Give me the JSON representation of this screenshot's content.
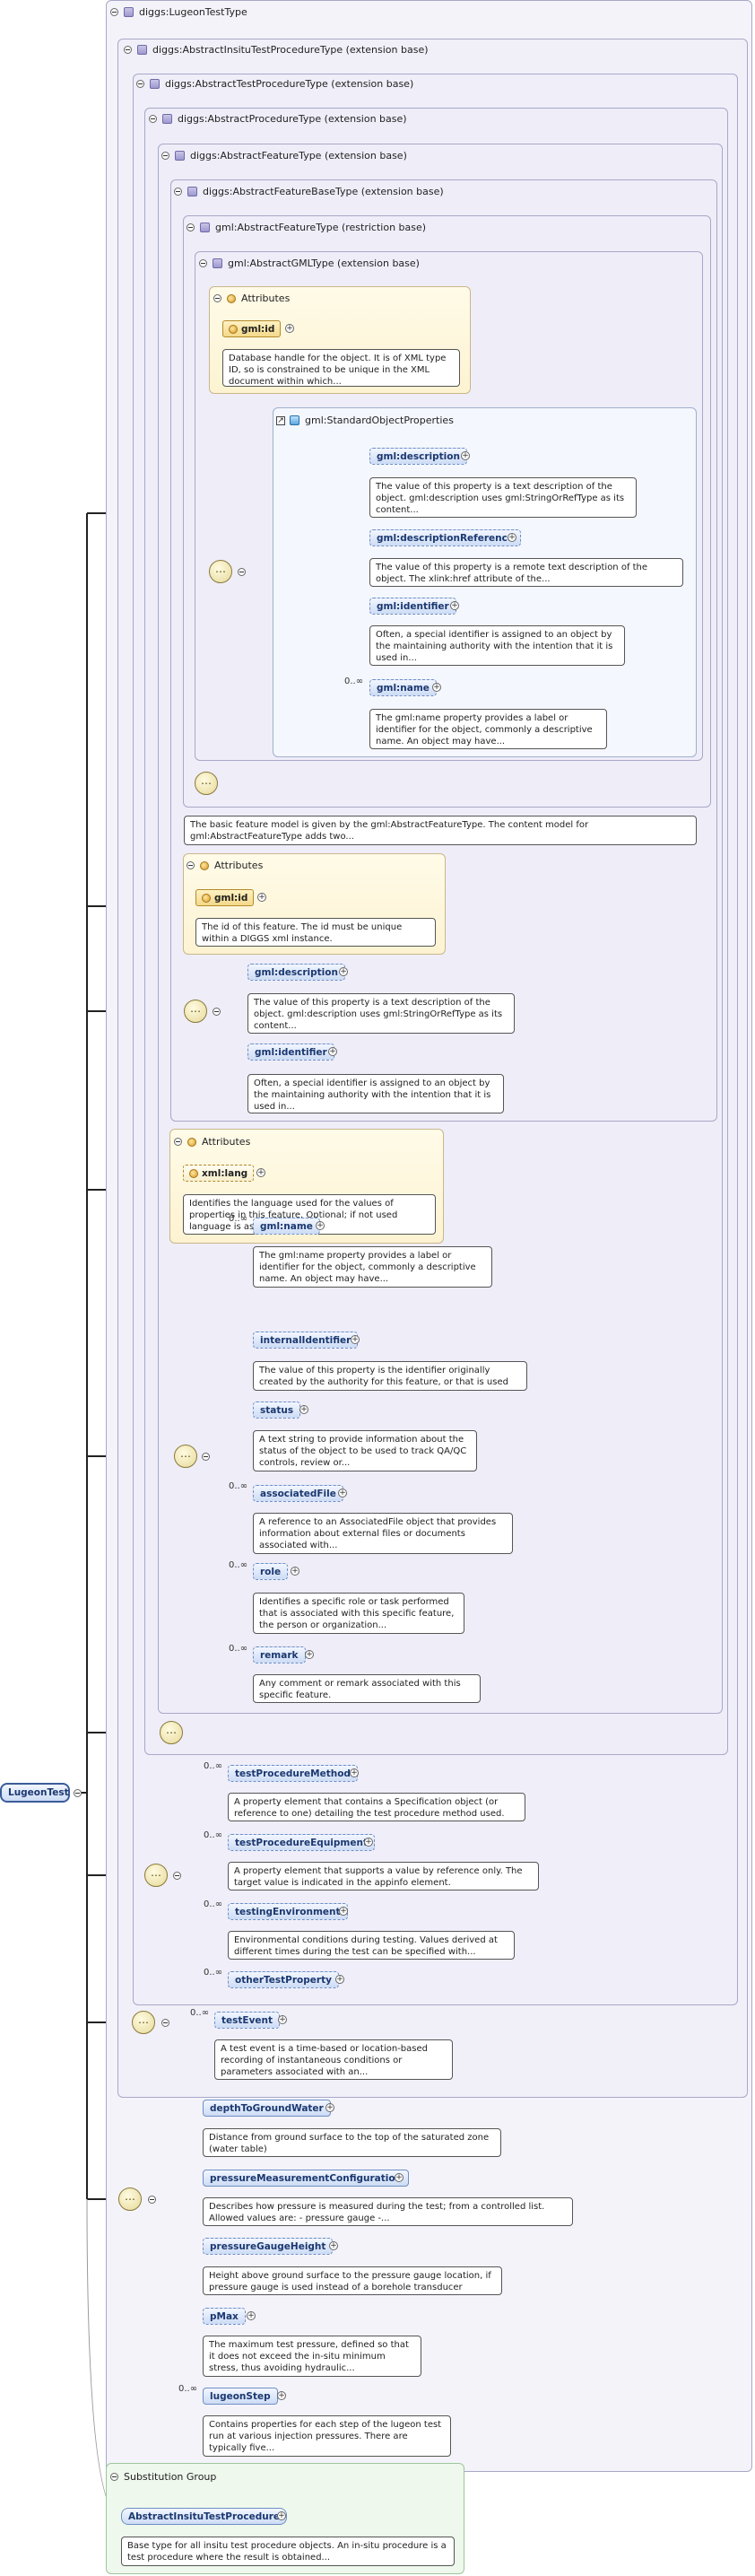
{
  "root": {
    "label": "LugeonTest"
  },
  "types": {
    "lugeon_test_type": "diggs:LugeonTestType",
    "insitu_test_procedure": "diggs:AbstractInsituTestProcedureType (extension base)",
    "test_procedure": "diggs:AbstractTestProcedureType (extension base)",
    "procedure": "diggs:AbstractProcedureType (extension base)",
    "feature": "diggs:AbstractFeatureType (extension base)",
    "feature_base": "diggs:AbstractFeatureBaseType (extension base)",
    "gml_feature": "gml:AbstractFeatureType (restriction base)",
    "gml_gml": "gml:AbstractGMLType (extension base)"
  },
  "labels": {
    "attributes": "Attributes",
    "std_object_props": "gml:StandardObjectProperties",
    "substitution_group": "Substitution Group",
    "zero_inf": "0..∞"
  },
  "gml_attrs": {
    "id": "gml:id",
    "id_doc": "Database handle for the object. It is of XML type ID, so is constrained to be unique in the XML document within which..."
  },
  "std_props": [
    {
      "name": "gml:description",
      "doc": "The value of this property is a text description of the object. gml:description uses gml:StringOrRefType as its content..."
    },
    {
      "name": "gml:descriptionReference",
      "doc": "The value of this property is a remote text description of the object. The xlink:href attribute of the..."
    },
    {
      "name": "gml:identifier",
      "doc": "Often, a special identifier is assigned to an object by the maintaining authority with the intention that it is used in..."
    },
    {
      "name": "gml:name",
      "doc": "The gml:name property provides a label or identifier for the object, commonly a descriptive name. An object may have..."
    }
  ],
  "feature_doc": "The basic feature model is given by the gml:AbstractFeatureType. The content model for gml:AbstractFeatureType adds two...",
  "base_attrs": {
    "id": "gml:id",
    "id_doc": "The id of this feature. The id must be unique within a DIGGS xml instance."
  },
  "base_props": [
    {
      "name": "gml:description",
      "doc": "The value of this property is a text description of the object. gml:description uses gml:StringOrRefType as its content..."
    },
    {
      "name": "gml:identifier",
      "doc": "Often, a special identifier is assigned to an object by the maintaining authority with the intention that it is used in..."
    }
  ],
  "feature_attrs": {
    "lang": "xml:lang",
    "lang_doc": "Identifies the language used for the values of properties in this feature. Optional; if not used language is assumed to..."
  },
  "feature_props": [
    {
      "name": "gml:name",
      "card": "0..∞",
      "doc": "The gml:name property provides a label or identifier for the object, commonly a descriptive name. An object may have..."
    },
    {
      "name": "internalIdentifier",
      "card": "",
      "doc": "The value of this property is the identifier originally created by the authority for this feature, or that is used as..."
    },
    {
      "name": "status",
      "card": "",
      "doc": "A text string to provide information about the status of the object to be used to track QA/QC controls, review or..."
    },
    {
      "name": "associatedFile",
      "card": "0..∞",
      "doc": "A reference to an AssociatedFile object that provides information about external files or documents associated with..."
    },
    {
      "name": "role",
      "card": "0..∞",
      "doc": "Identifies a specific role or task performed that is associated with this specific feature, the person or organization..."
    },
    {
      "name": "remark",
      "card": "0..∞",
      "doc": "Any comment or remark associated with this specific feature."
    }
  ],
  "procedure_props": [
    {
      "name": "testProcedureMethod",
      "card": "0..∞",
      "doc": "A property element that contains a Specification object (or reference to one) detailing the test procedure method used."
    },
    {
      "name": "testProcedureEquipment",
      "card": "0..∞",
      "doc": "A property element that supports a value by reference only. The target value is indicated in the appinfo element."
    },
    {
      "name": "testingEnvironment",
      "card": "0..∞",
      "doc": "Environmental conditions during testing. Values derived at different times during the test can be specified with..."
    },
    {
      "name": "otherTestProperty",
      "card": "0..∞",
      "doc": ""
    }
  ],
  "insitu_props": [
    {
      "name": "testEvent",
      "card": "0..∞",
      "doc": "A test event is a time-based or location-based recording of instantaneous conditions or parameters associated with an..."
    }
  ],
  "lugeon_props": [
    {
      "name": "depthToGroundWater",
      "card": "",
      "doc": "Distance from ground surface to the top of the saturated zone (water table)"
    },
    {
      "name": "pressureMeasurementConfiguration",
      "card": "",
      "doc": "Describes how pressure is measured during the test; from a controlled list. Allowed values are: - pressure gauge -..."
    },
    {
      "name": "pressureGaugeHeight",
      "card": "",
      "doc": "Height above ground surface to the pressure gauge location, if pressure gauge is used instead of a borehole transducer"
    },
    {
      "name": "pMax",
      "card": "",
      "doc": "The maximum test pressure, defined so that it does not exceed the in-situ minimum stress, thus avoiding hydraulic..."
    },
    {
      "name": "lugeonStep",
      "card": "0..∞",
      "doc": "Contains properties for each step of the lugeon test run at various injection pressures. There are typically five..."
    }
  ],
  "substitution": {
    "name": "AbstractInsituTestProcedure",
    "doc": "Base type for all insitu test procedure objects. An in-situ procedure is a test procedure where the result is obtained..."
  },
  "icons": {
    "sequence": "sequence-icon",
    "type": "complex-type-icon",
    "attribute": "attribute-icon",
    "expand": "plus-icon",
    "link": "reference-arrow-icon"
  }
}
